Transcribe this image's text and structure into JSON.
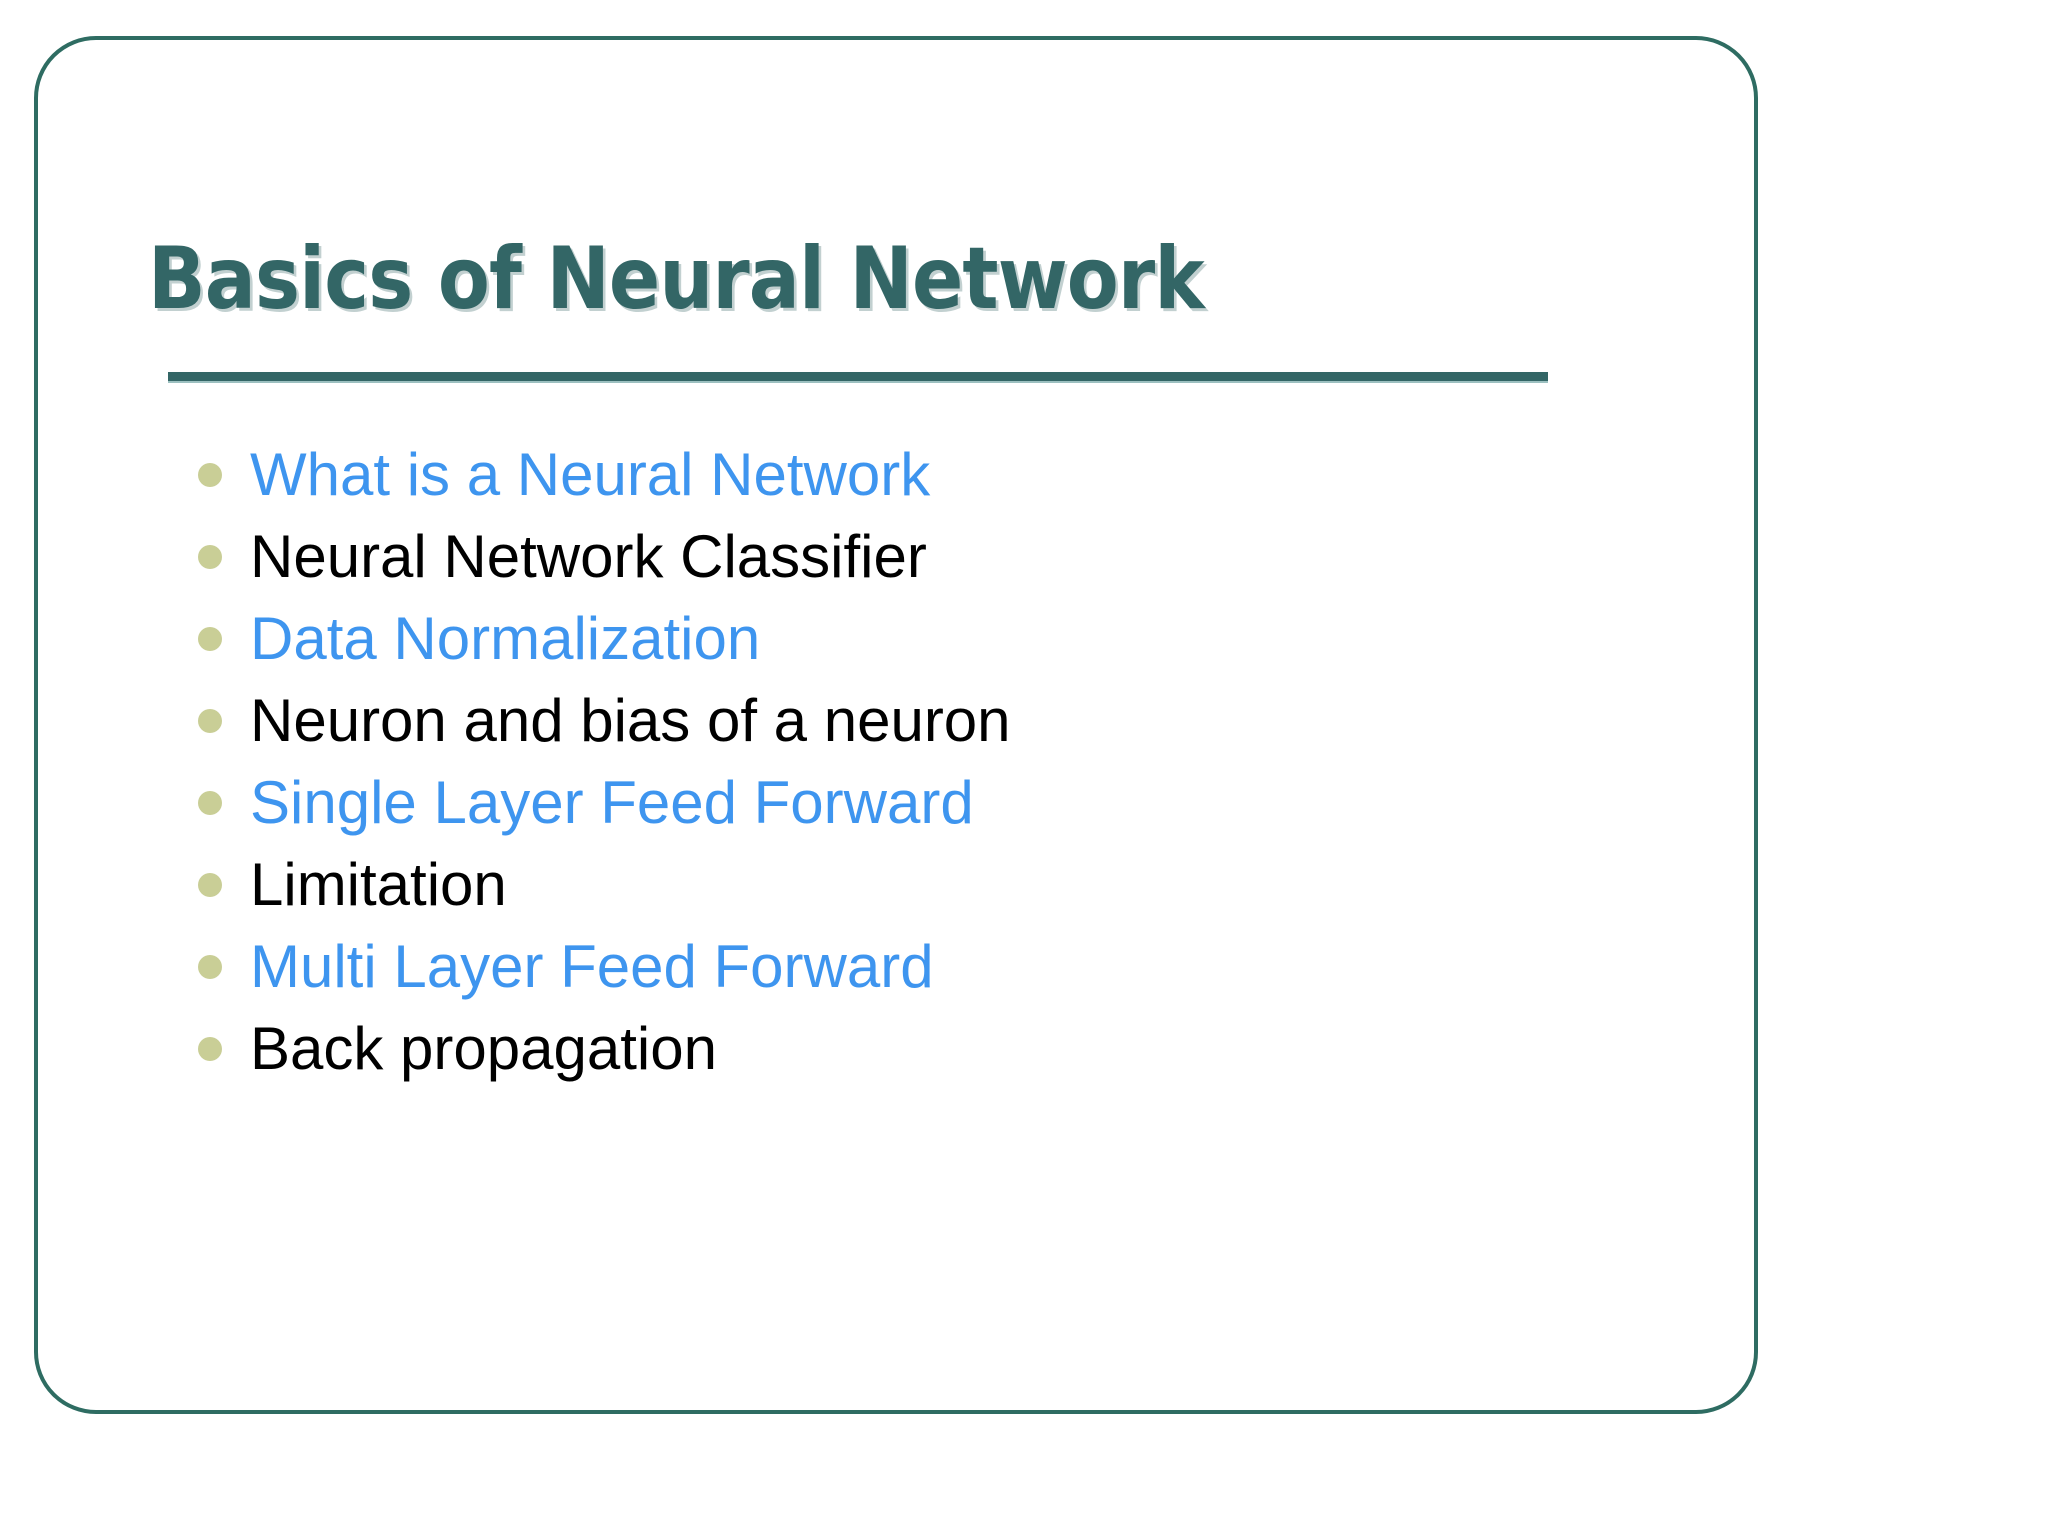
{
  "slide": {
    "title": "Basics of Neural Network",
    "frame_color": "#2e6c62",
    "title_color": "#336666",
    "rule_color": "#336666",
    "bullet_marker_color": "#c9ce96",
    "accent_text_color": "#3e95ef",
    "default_text_color": "#000000",
    "background_color": "#ffffff",
    "items": [
      {
        "label": "What is a Neural Network",
        "color": "accent"
      },
      {
        "label": "Neural Network Classifier",
        "color": "default"
      },
      {
        "label": "Data Normalization",
        "color": "accent"
      },
      {
        "label": "Neuron and bias of a neuron",
        "color": "default"
      },
      {
        "label": "Single Layer Feed Forward",
        "color": "accent"
      },
      {
        "label": "Limitation",
        "color": "default"
      },
      {
        "label": "Multi Layer Feed Forward",
        "color": "accent"
      },
      {
        "label": "Back propagation",
        "color": "default"
      }
    ]
  }
}
